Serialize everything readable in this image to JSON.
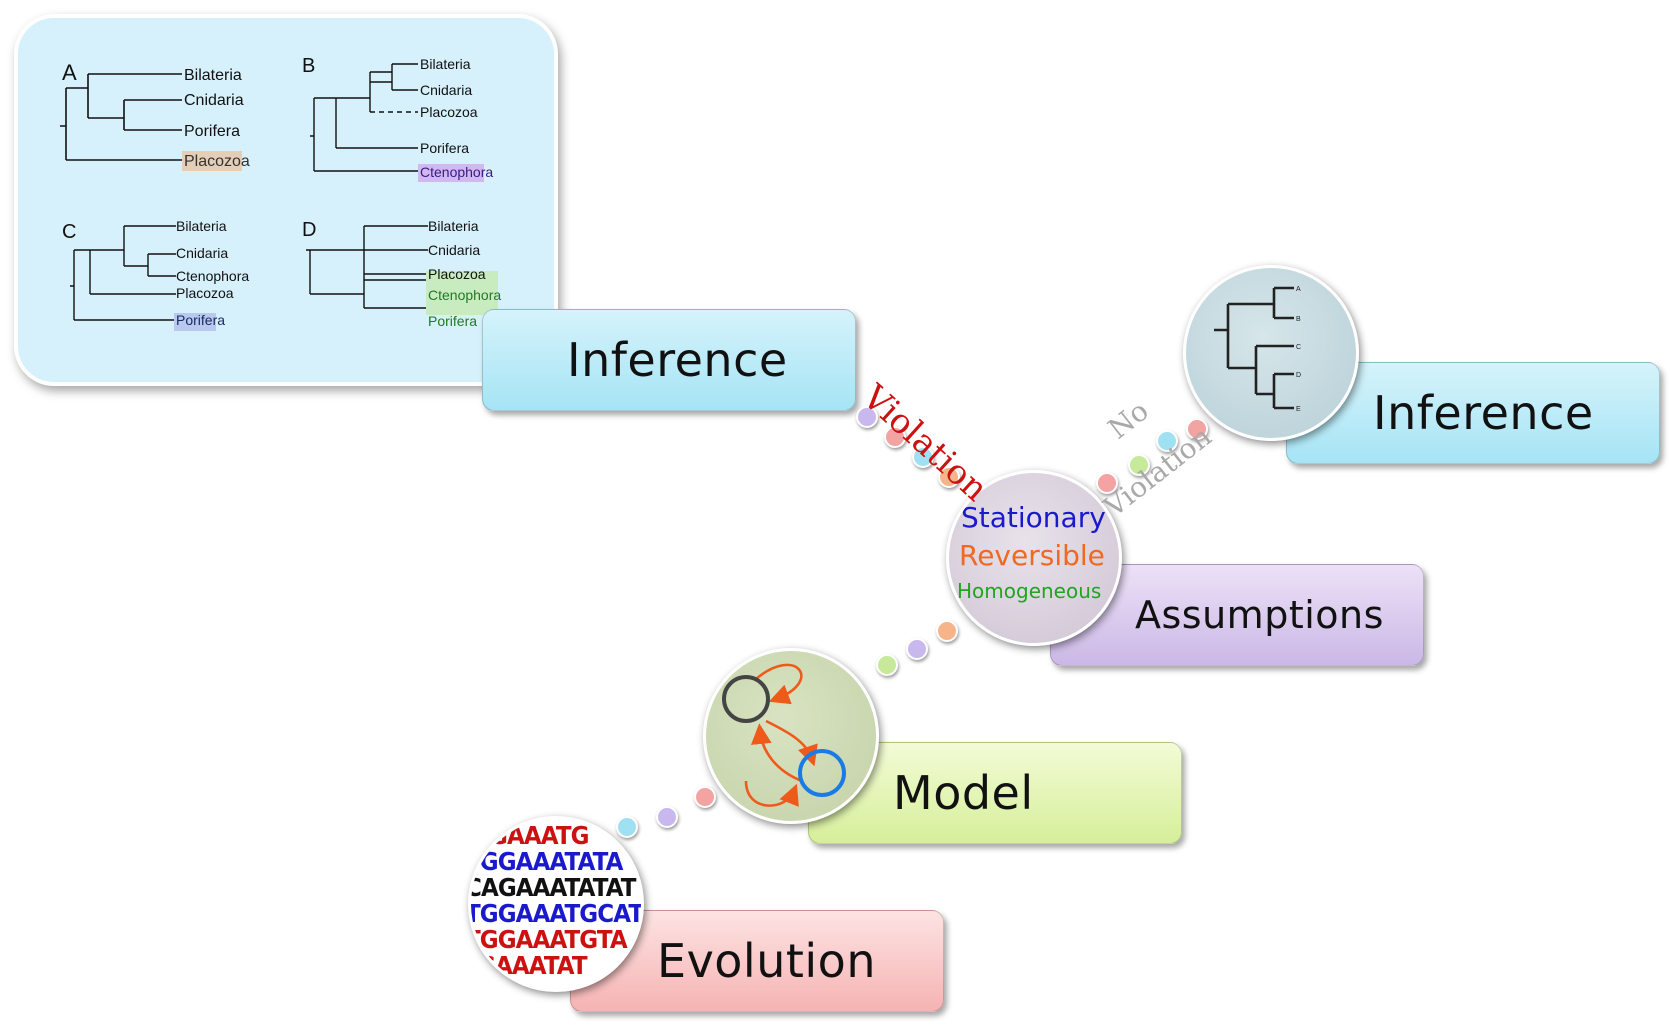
{
  "stages": {
    "inference": "Inference",
    "assumptions": "Assumptions",
    "model": "Model",
    "evolution": "Evolution"
  },
  "assumption_terms": {
    "stationary": "Stationary",
    "reversible": "Reversible",
    "homogeneous": "Homogeneous"
  },
  "paths": {
    "violation": "Violation",
    "no": "No",
    "no_violation": "Violation"
  },
  "dna_lines": [
    "GAAATG",
    "TGGAAATATA",
    "CAGAAATATAT",
    "TGGAAATGCAT",
    "TGGAAATGTA",
    "GAAATAT"
  ],
  "mini_tree_tips": [
    "A",
    "B",
    "C",
    "D",
    "E"
  ],
  "panel": {
    "A": {
      "letter": "A",
      "taxa": [
        "Bilateria",
        "Cnidaria",
        "Porifera",
        "Placozoa"
      ]
    },
    "B": {
      "letter": "B",
      "taxa": [
        "Bilateria",
        "Cnidaria",
        "Placozoa",
        "Porifera",
        "Ctenophora"
      ]
    },
    "C": {
      "letter": "C",
      "taxa": [
        "Bilateria",
        "Cnidaria",
        "Ctenophora",
        "Placozoa",
        "Porifera"
      ]
    },
    "D": {
      "letter": "D",
      "taxa": [
        "Bilateria",
        "Cnidaria",
        "Placozoa",
        "Ctenophora",
        "Porifera"
      ]
    }
  },
  "colors": {
    "violation": "#cc1111",
    "no_violation": "#a9a9a9",
    "stationary": "#1a1acc",
    "reversible": "#ee6a22",
    "homogeneous": "#22a322",
    "placozoa_highlight": "#e6cdb5",
    "ctenophora_highlight": "#d1b8f0",
    "porifera_highlight": "#b9c8ee",
    "green_highlight": "#c8ecc0"
  }
}
